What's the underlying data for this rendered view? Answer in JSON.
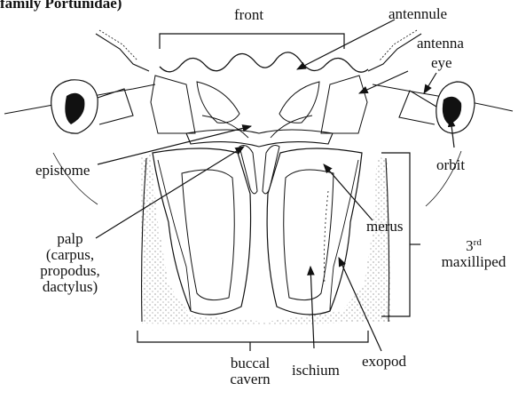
{
  "figure": {
    "caption_fragment": "family Portunidae)",
    "labels": {
      "front": "front",
      "antennule": "antennule",
      "antenna": "antenna",
      "eye": "eye",
      "orbit": "orbit",
      "epistome": "epistome",
      "merus": "merus",
      "palp_line1": "palp",
      "palp_line2": "(carpus,",
      "palp_line3": "propodus,",
      "palp_line4": "dactylus)",
      "maxilliped_num": "3",
      "maxilliped_sup": "rd",
      "maxilliped_word": "maxilliped",
      "buccal_line1": "buccal",
      "buccal_line2": "cavern",
      "ischium": "ischium",
      "exopod": "exopod"
    }
  }
}
